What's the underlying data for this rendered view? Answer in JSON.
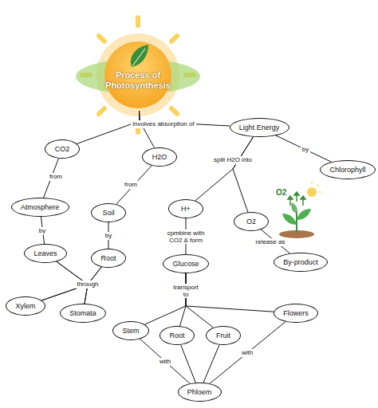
{
  "diagram": {
    "nodes": [
      {
        "text": [
          "Process of Photosynthesis"
        ]
      },
      {
        "text": [
          "CO2"
        ]
      },
      {
        "text": [
          "H2O"
        ]
      },
      {
        "text": [
          "Light Energy"
        ]
      },
      {
        "text": [
          "Chlorophyll"
        ]
      },
      {
        "text": [
          "Atmosphere"
        ]
      },
      {
        "text": [
          "Soil"
        ]
      },
      {
        "text": [
          "H+"
        ]
      },
      {
        "text": [
          "O2"
        ]
      },
      {
        "text": [
          "Leaves"
        ]
      },
      {
        "text": [
          "Root"
        ]
      },
      {
        "text": [
          "Glucose"
        ]
      },
      {
        "text": [
          "By-product"
        ]
      },
      {
        "text": [
          "Xylem"
        ]
      },
      {
        "text": [
          "Stomata"
        ]
      },
      {
        "text": [
          "Stem"
        ]
      },
      {
        "text": [
          "Root"
        ]
      },
      {
        "text": [
          "Fruit"
        ]
      },
      {
        "text": [
          "Flowers"
        ]
      },
      {
        "text": [
          "Phloem"
        ]
      }
    ],
    "edges": [
      {
        "from": 0,
        "to": 1,
        "arrow": "none"
      },
      {
        "from": 0,
        "to": 2,
        "arrow": "none",
        "label": "involves absorption of"
      },
      {
        "from": 0,
        "to": 3,
        "arrow": "none"
      },
      {
        "from": 1,
        "to": 5,
        "arrow": "none",
        "label": "from"
      },
      {
        "from": 2,
        "to": 6,
        "arrow": "none",
        "label": "from"
      },
      {
        "from": 3,
        "to": 4,
        "arrow": "none",
        "label": "by"
      },
      {
        "from": 3,
        "to": 7,
        "arrow": "none",
        "label": "split H2O into"
      },
      {
        "from": 3,
        "to": 8,
        "arrow": "none"
      },
      {
        "from": 7,
        "to": 11,
        "arrow": "none",
        "label": "cpmbine with CO2 & form"
      },
      {
        "from": 8,
        "to": 12,
        "arrow": "none",
        "label": "release as"
      },
      {
        "from": 5,
        "to": 9,
        "arrow": "none",
        "label": "by"
      },
      {
        "from": 6,
        "to": 10,
        "arrow": "none",
        "label": "by"
      },
      {
        "from": 9,
        "to": 13,
        "arrow": "none"
      },
      {
        "from": 9,
        "to": 14,
        "arrow": "none",
        "label": "through"
      },
      {
        "from": 10,
        "to": 13,
        "arrow": "none"
      },
      {
        "from": 10,
        "to": 14,
        "arrow": "none"
      },
      {
        "from": 11,
        "to": 15,
        "arrow": "none",
        "label": "transport to"
      },
      {
        "from": 11,
        "to": 16,
        "arrow": "none"
      },
      {
        "from": 11,
        "to": 17,
        "arrow": "none"
      },
      {
        "from": 11,
        "to": 18,
        "arrow": "none"
      },
      {
        "from": 15,
        "to": 19,
        "arrow": "none",
        "label": "with"
      },
      {
        "from": 16,
        "to": 19,
        "arrow": "none"
      },
      {
        "from": 17,
        "to": 19,
        "arrow": "none"
      },
      {
        "from": 18,
        "to": 19,
        "arrow": "none",
        "label": "with"
      }
    ],
    "labels": [
      "O2"
    ]
  }
}
